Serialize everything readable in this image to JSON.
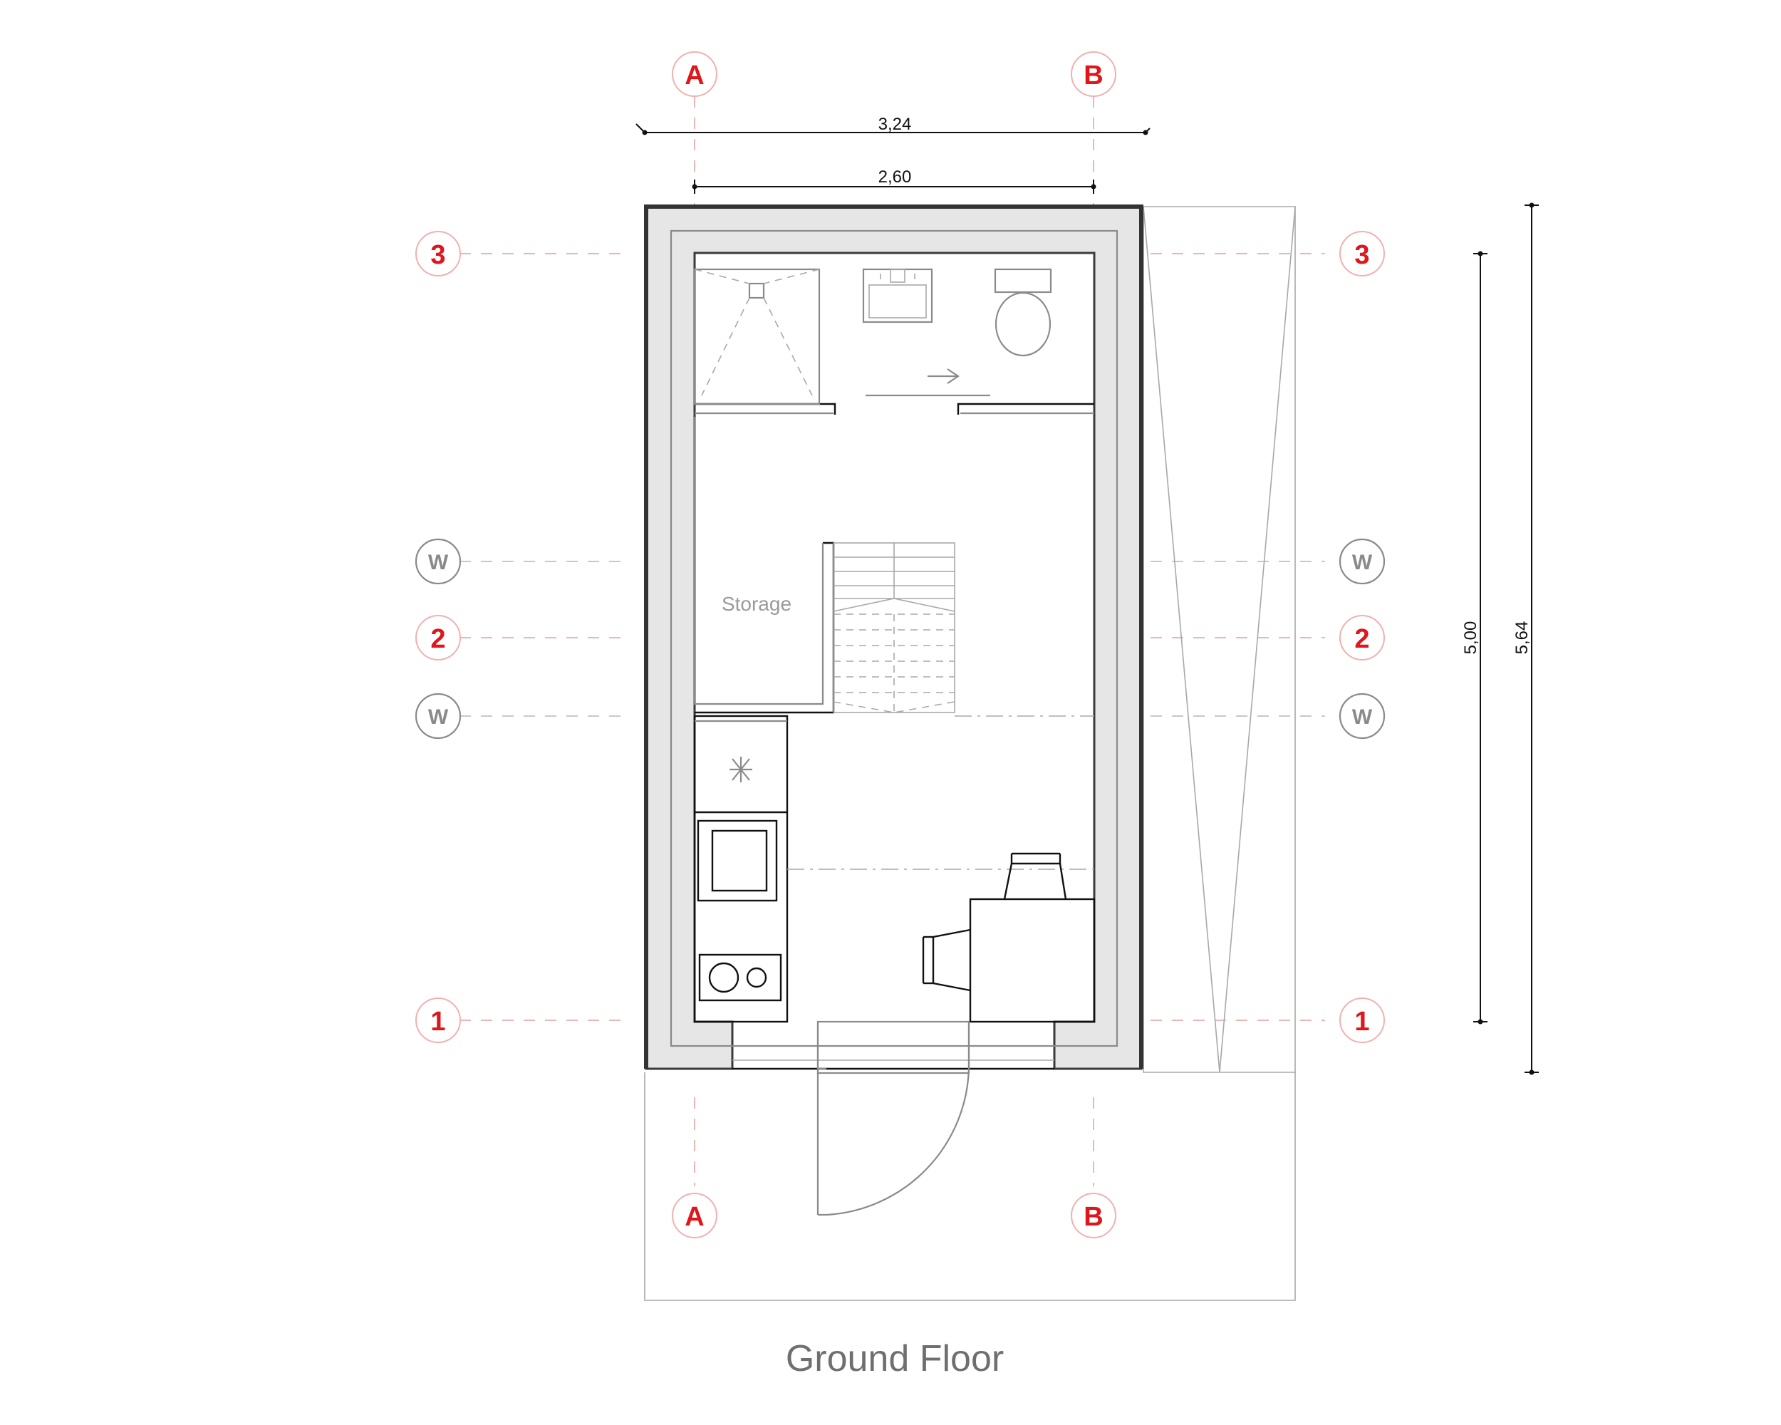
{
  "title": "Ground Floor",
  "room_labels": {
    "storage": "Storage"
  },
  "dimensions": {
    "outer_width": "3,24",
    "inner_width": "2,60",
    "inner_length": "5,00",
    "outer_length": "5,64"
  },
  "grid_axes": {
    "columns": [
      "A",
      "B"
    ],
    "rows": [
      "3",
      "2",
      "1"
    ],
    "window_marker": "W"
  },
  "colors": {
    "grid_label": "#e0161b",
    "grid_line": "#e8b8b8",
    "wall_fill": "#e6e6e6",
    "wall_stroke": "#3a3a3a",
    "fixture": "#8a8a8a"
  }
}
